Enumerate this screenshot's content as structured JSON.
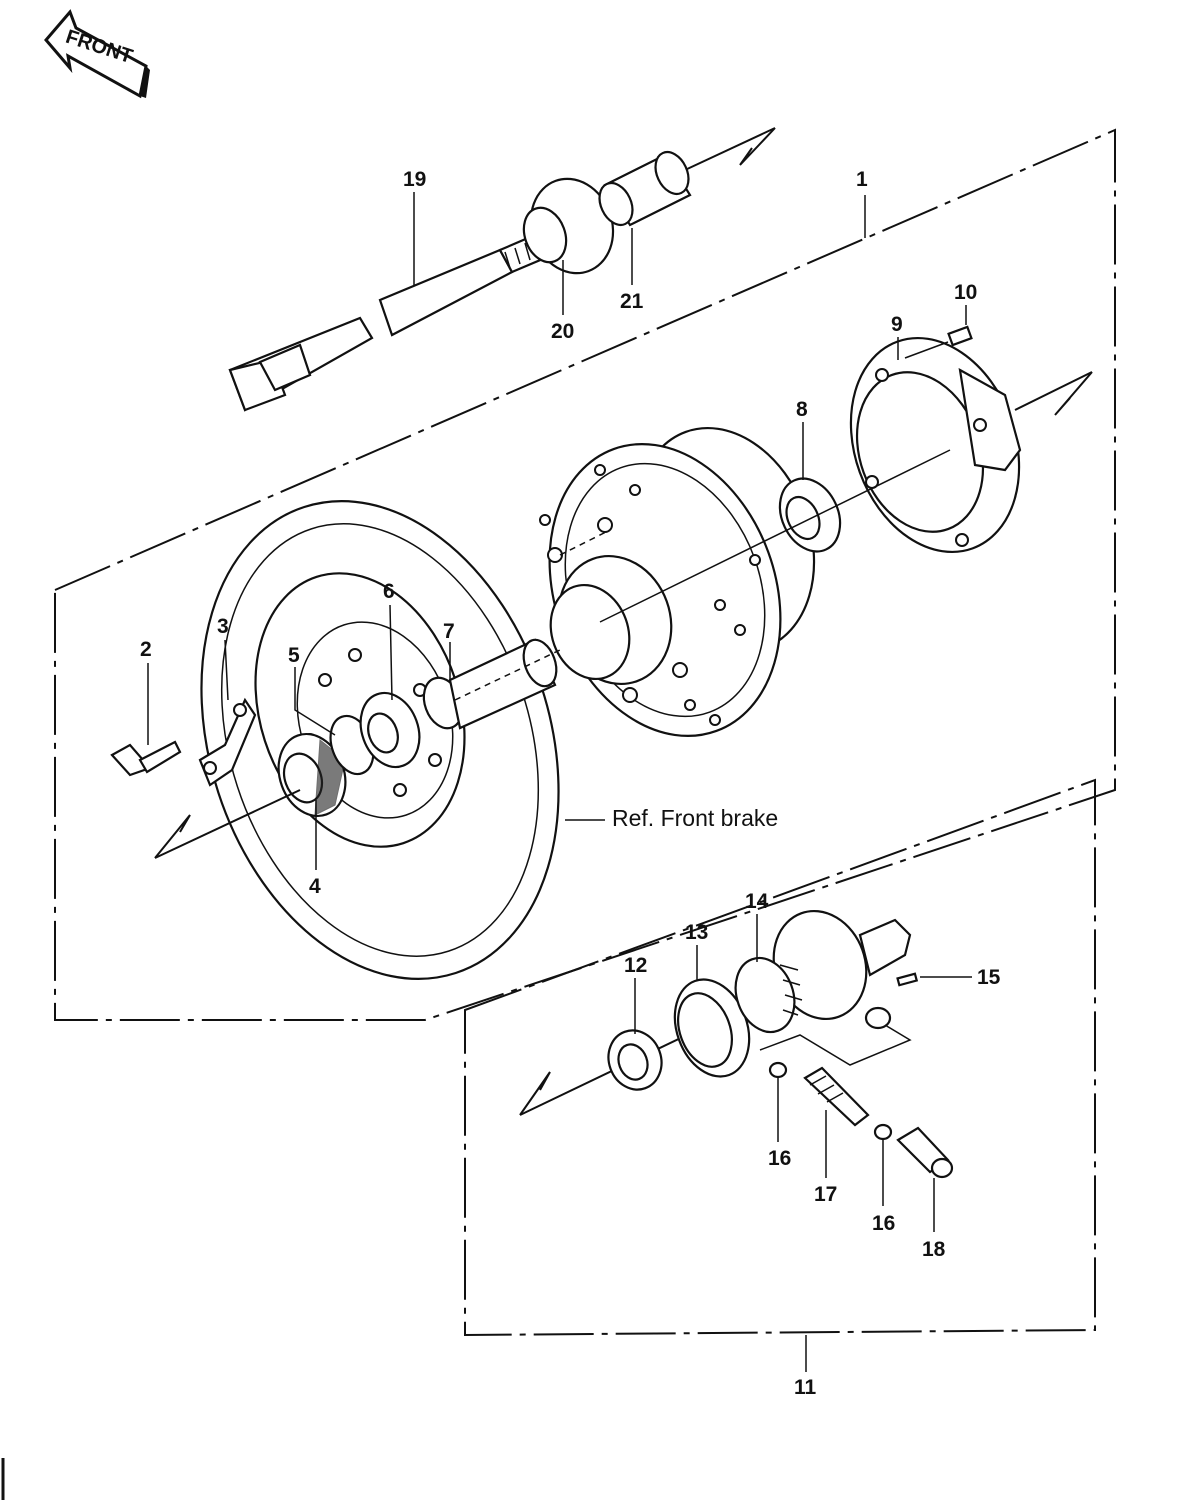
{
  "front_badge": {
    "label": "FRONT",
    "icon": "front-arrow-icon"
  },
  "reference_note": "Ref.  Front brake",
  "callouts": [
    "1",
    "2",
    "3",
    "4",
    "5",
    "6",
    "7",
    "8",
    "9",
    "10",
    "11",
    "12",
    "13",
    "14",
    "15",
    "16",
    "17",
    "16",
    "18",
    "19",
    "20",
    "21"
  ],
  "parts": {
    "axle": "axle-shaft",
    "hub": "wheel-hub",
    "brake_disc": "brake-disc",
    "speedometer_gear_housing": "speedometer-gear-housing"
  }
}
